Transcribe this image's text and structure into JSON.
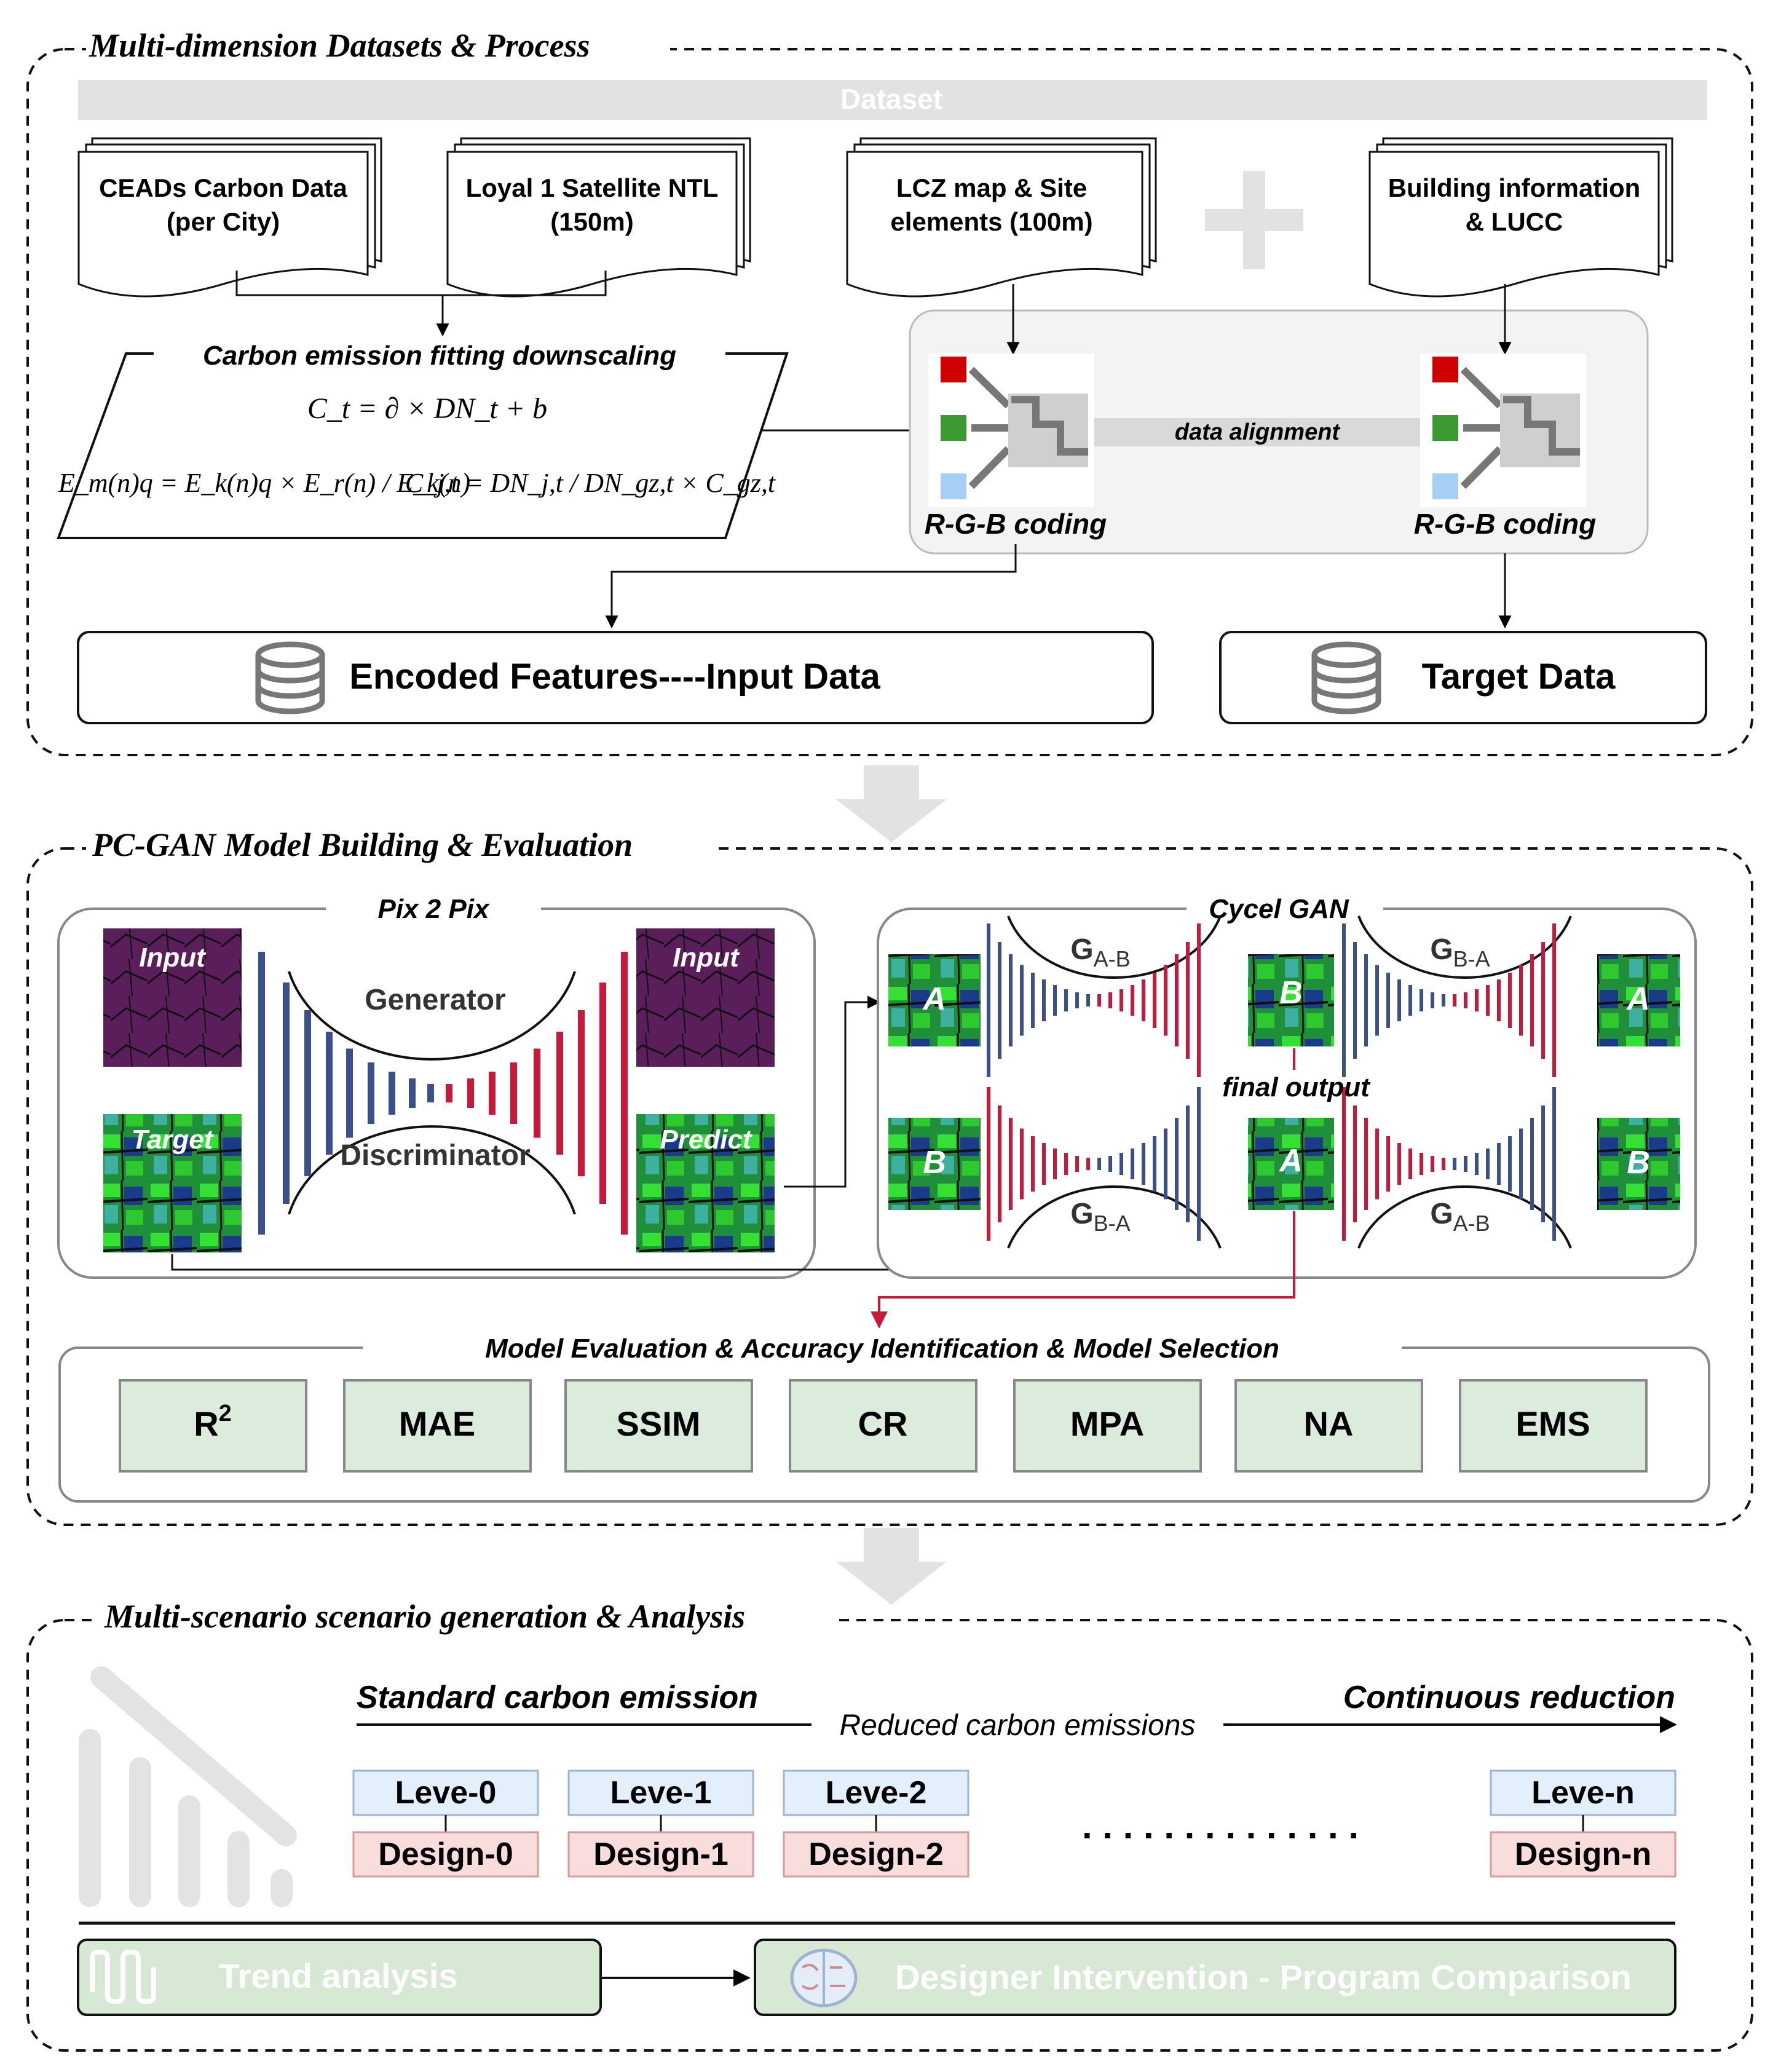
{
  "section1": {
    "title": "Multi-dimension Datasets & Process",
    "dataset_bar": "Dataset",
    "docs": [
      {
        "line1": "CEADs Carbon Data",
        "line2": "(per City)"
      },
      {
        "line1": "Loyal 1 Satellite NTL",
        "line2": "(150m)"
      },
      {
        "line1": "LCZ map &  Site",
        "line2": "elements (100m)"
      },
      {
        "line1": "Building information",
        "line2": "& LUCC"
      }
    ],
    "fitting": {
      "title": "Carbon emission fitting downscaling",
      "eq1": "C_t = ∂ × DN_t + b",
      "eq2": "E_m(n)q = E_k(n)q × E_r(n) / E_k(n)",
      "eq3": "C_j,t = DN_j,t / DN_gz,t × C_gz,t"
    },
    "coding_left": "R-G-B coding",
    "coding_right": "R-G-B coding",
    "alignment": "data alignment",
    "encoded": "Encoded Features----Input Data",
    "target": "Target Data"
  },
  "section2": {
    "title": "PC-GAN Model Building &  Evaluation",
    "pix2pix": {
      "title": "Pix 2 Pix",
      "input": "Input",
      "target": "Target",
      "input2": "Input",
      "predict": "Predict",
      "generator": "Generator",
      "discriminator": "Discriminator"
    },
    "cyclegan": {
      "title": "Cycel GAN",
      "a": "A",
      "b": "B",
      "final_output": "final output",
      "g_ab": "G",
      "g_ab_sub": "A-B",
      "g_ba": "G",
      "g_ba_sub": "B-A"
    },
    "evaluation": {
      "title": "Model Evaluation & Accuracy Identification & Model Selection",
      "metrics": [
        "R",
        "MAE",
        "SSIM",
        "CR",
        "MPA",
        "NA",
        "EMS"
      ],
      "r_sup": "2"
    }
  },
  "section3": {
    "title": "Multi-scenario scenario generation & Analysis",
    "standard": "Standard carbon emission",
    "continuous": "Continuous reduction",
    "reduced": "Reduced carbon emissions",
    "levels": [
      "Leve-0",
      "Leve-1",
      "Leve-2",
      "Leve-n"
    ],
    "designs": [
      "Design-0",
      "Design-1",
      "Design-2",
      "Design-n"
    ],
    "ellipsis": ". . . . . . . . . . . . . .",
    "trend": "Trend analysis",
    "designer": "Designer Intervention - Program Comparison"
  },
  "colors": {
    "blue_bar": "#3b4f8c",
    "red_bar": "#c8193a",
    "metric_fill": "#dbebdc",
    "level_fill": "#e3effb",
    "design_fill": "#f9dcdc",
    "trend_fill": "#d7e9d5",
    "arrow_red": "#c8193a",
    "map_purple": "#5a1e5a",
    "map_green": "#2ec92e",
    "map_blue": "#1a3a8c"
  }
}
